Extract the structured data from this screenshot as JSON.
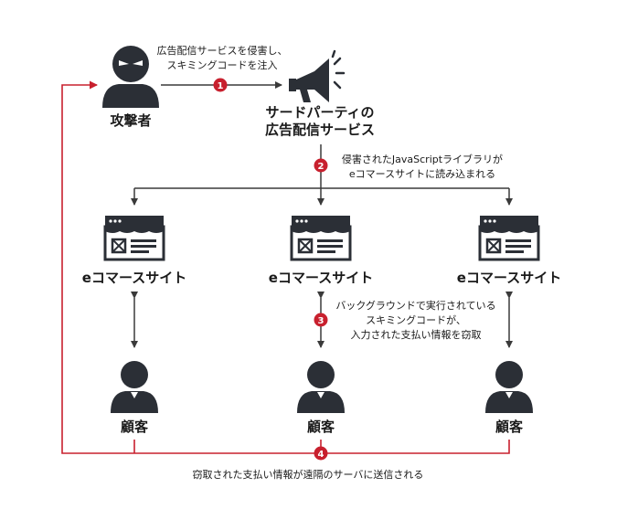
{
  "attacker": {
    "label": "攻撃者"
  },
  "ad_service": {
    "label_line1": "サードパーティの",
    "label_line2": "広告配信サービス"
  },
  "steps": [
    {
      "num": "1",
      "line1": "広告配信サービスを侵害し、",
      "line2": "スキミングコードを注入"
    },
    {
      "num": "2",
      "line1": "侵害されたJavaScriptライブラリが",
      "line2": "eコマースサイトに読み込まれる"
    },
    {
      "num": "3",
      "line1": "バックグラウンドで実行されている",
      "line2": "スキミングコードが、",
      "line3": "入力された支払い情報を窃取"
    },
    {
      "num": "4",
      "line1": "窃取された支払い情報が遠隔のサーバに送信される"
    }
  ],
  "sites": [
    {
      "label": "eコマースサイト"
    },
    {
      "label": "eコマースサイト"
    },
    {
      "label": "eコマースサイト"
    }
  ],
  "customers": [
    {
      "label": "顧客"
    },
    {
      "label": "顧客"
    },
    {
      "label": "顧客"
    }
  ],
  "colors": {
    "accent": "#c8202e",
    "line": "#3a3a3a",
    "icon": "#2b2f36"
  }
}
